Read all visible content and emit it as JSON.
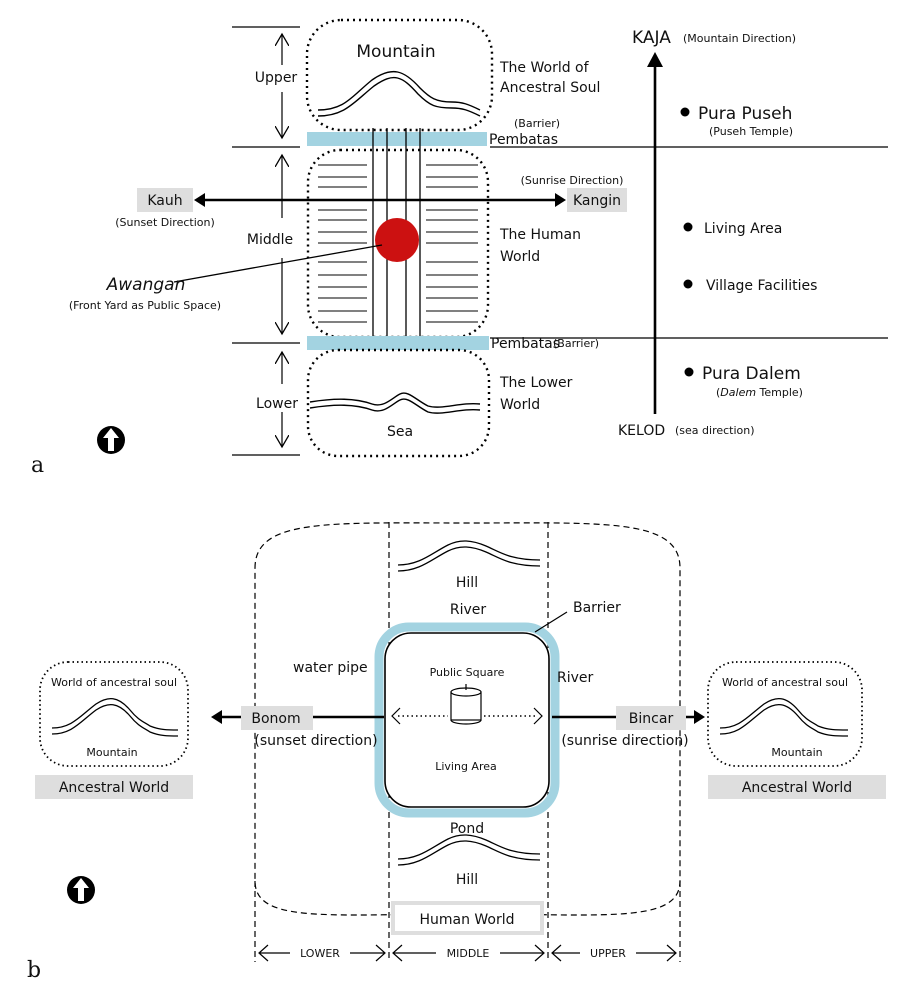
{
  "panel_a": {
    "letter": "a",
    "zones": {
      "upper": "Upper",
      "middle": "Middle",
      "lower": "Lower"
    },
    "mountain": "Mountain",
    "sea": "Sea",
    "world_ancestral": [
      "The World of",
      "Ancestral Soul"
    ],
    "world_human": [
      "The Human",
      "World"
    ],
    "world_lower": [
      "The Lower",
      "World"
    ],
    "barrier_top_note": "(Barrier)",
    "barrier_top": "Pembatas",
    "barrier_bottom": "Pembatas",
    "barrier_bottom_note": "(Barrier)",
    "kauh": "Kauh",
    "kauh_note": "(Sunset Direction)",
    "kangin": "Kangin",
    "kangin_note": "(Sunrise Direction)",
    "awangan": "Awangan",
    "awangan_note": "(Front Yard as Public Space)",
    "kaja": "KAJA",
    "kaja_note": "(Mountain Direction)",
    "kelod": "KELOD",
    "kelod_note": "(sea direction)",
    "pura_puseh": "Pura Puseh",
    "pura_puseh_note": "(Puseh Temple)",
    "living_area": "Living Area",
    "village_facilities": "Village Facilities",
    "pura_dalem": "Pura Dalem",
    "dalem_italic": "Dalem",
    "dalem_rest": " Temple)",
    "dalem_open": "("
  },
  "panel_b": {
    "letter": "b",
    "hill_top": "Hill",
    "hill_bottom": "Hill",
    "river_top": "River",
    "river_right": "River",
    "barrier": "Barrier",
    "water_pipe": "water pipe",
    "public_square": "Public Square",
    "living_area": "Living Area",
    "pond": "Pond",
    "bonom": "Bonom",
    "bonom_note": "(sunset direction)",
    "bincar": "Bincar",
    "bincar_note": "(sunrise direction)",
    "left_world_title": "World of ancestral soul",
    "left_mountain": "Mountain",
    "left_ancestral": "Ancestral World",
    "right_world_title": "World of ancestral soul",
    "right_mountain": "Mountain",
    "right_ancestral": "Ancestral World",
    "human_world": "Human World",
    "lower": "LOWER",
    "middle": "MIDDLE",
    "upper": "UPPER"
  },
  "colors": {
    "barrier": "#a3d3e1",
    "awangan": "#cc1111",
    "label_box": "#dedede"
  },
  "icons": [
    "north-arrow-icon"
  ]
}
